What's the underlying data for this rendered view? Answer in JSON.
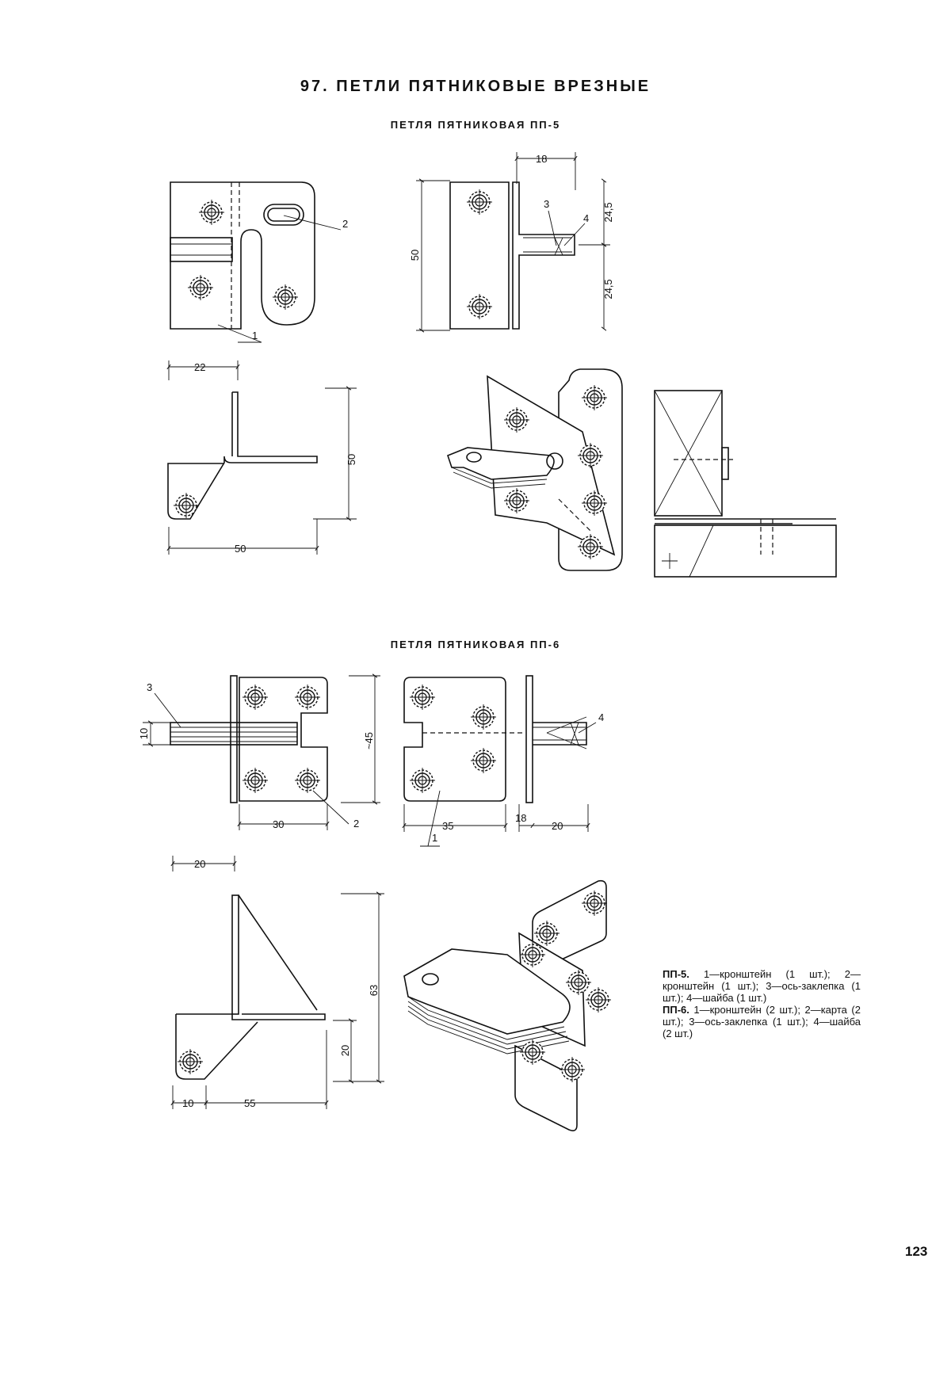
{
  "title": "97. ПЕТЛИ ПЯТНИКОВЫЕ ВРЕЗНЫЕ",
  "sections": [
    {
      "subtitle": "ПЕТЛЯ ПЯТНИКОВАЯ ПП-5"
    },
    {
      "subtitle": "ПЕТЛЯ ПЯТНИКОВАЯ ПП-6"
    }
  ],
  "pp5": {
    "labels": {
      "bracket1": "1",
      "bracket2": "2",
      "rivet": "3",
      "washer": "4"
    },
    "dims": {
      "d18": "18",
      "d24_5_top": "24,5",
      "d24_5_bottom": "24,5",
      "d50_height": "50",
      "d22": "22",
      "d50_side": "50",
      "d50_base": "50"
    }
  },
  "pp6": {
    "labels": {
      "rivet": "3",
      "card": "2",
      "bracket": "1",
      "washer": "4"
    },
    "dims": {
      "d10": "10",
      "d45": "~45",
      "d30": "30",
      "d35": "35",
      "d18": "18",
      "d20a": "20",
      "d20b": "20",
      "d63": "63",
      "d20c": "20",
      "d10b": "10",
      "d55": "55"
    }
  },
  "caption": {
    "pp5_head": "ПП-5.",
    "pp5_text": "1—кронштейн (1 шт.); 2—кронштейн (1 шт.); 3—ось-заклепка (1 шт.); 4—шайба (1 шт.)",
    "pp6_head": "ПП-6.",
    "pp6_text": "1—кронштейн (2 шт.); 2—карта (2 шт.); 3—ось-заклепка (1 шт.); 4—шайба (2 шт.)"
  },
  "page_number": "123"
}
